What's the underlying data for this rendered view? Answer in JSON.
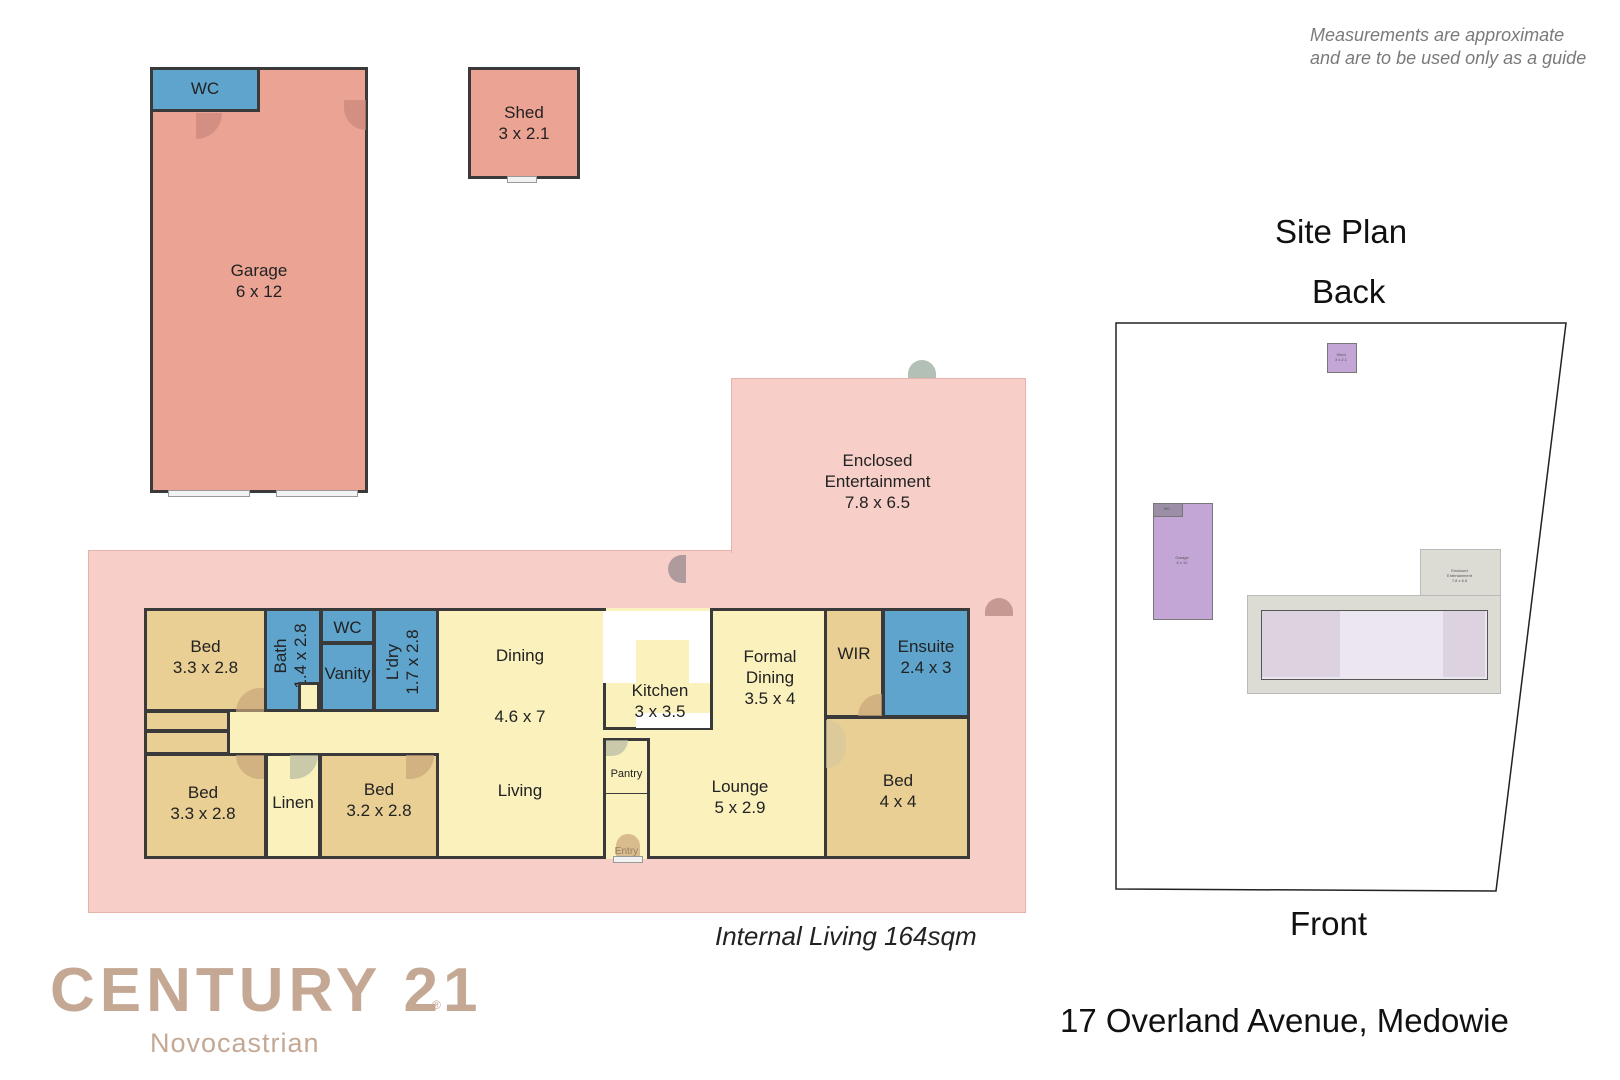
{
  "disclaimer": {
    "line1": "Measurements are approximate",
    "line2": "and are to be used only as a guide"
  },
  "outbuildings": {
    "wc": "WC",
    "garage": {
      "name": "Garage",
      "size": "6 x 12"
    },
    "shed": {
      "name": "Shed",
      "size": "3 x 2.1"
    }
  },
  "house": {
    "entertainment": {
      "name1": "Enclosed",
      "name2": "Entertainment",
      "size": "7.8 x 6.5"
    },
    "bed_1": {
      "name": "Bed",
      "size": "3.3 x 2.8"
    },
    "bed_2": {
      "name": "Bed",
      "size": "3.3 x 2.8"
    },
    "bed_3": {
      "name": "Bed",
      "size": "3.2 x 2.8"
    },
    "bed_4": {
      "name": "Bed",
      "size": "4 x 4"
    },
    "bath": {
      "name": "Bath",
      "size": "1.4 x 2.8"
    },
    "wc": "WC",
    "vanity": "Vanity",
    "laundry": {
      "name": "L'dry",
      "size": "1.7 x 2.8"
    },
    "linen": "Linen",
    "dining": "Dining",
    "living": "Living",
    "dining_living_size": "4.6 x 7",
    "kitchen": {
      "name": "Kitchen",
      "size": "3 x 3.5"
    },
    "pantry": "Pantry",
    "entry": "Entry",
    "formal_dining": {
      "name1": "Formal",
      "name2": "Dining",
      "size": "3.5 x 4"
    },
    "lounge": {
      "name": "Lounge",
      "size": "5 x 2.9"
    },
    "wir": "WIR",
    "ensuite": {
      "name": "Ensuite",
      "size": "2.4 x 3"
    }
  },
  "internal_living": "Internal Living  164sqm",
  "site_plan": {
    "title": "Site Plan",
    "back": "Back",
    "front": "Front",
    "mini": {
      "shed": "Shed",
      "shed_size": "3 x 2.1",
      "garage": "Garage",
      "garage_size": "6 x 12",
      "wc": "WC",
      "ent1": "Enclosed",
      "ent2": "Entertainment",
      "ent_size": "7.8 x 6.5"
    }
  },
  "address": "17 Overland Avenue, Medowie",
  "brand": {
    "name": "CENTURY 21",
    "reg": "®",
    "office": "Novocastrian"
  },
  "colors": {
    "garage": "#eba494",
    "outdoor": "#f8cfc8",
    "bedroom": "#e9cf93",
    "wet": "#5ea4cc",
    "living": "#faf1bd",
    "brand": "#c4a894",
    "site_garage": "#c3a5d6"
  }
}
